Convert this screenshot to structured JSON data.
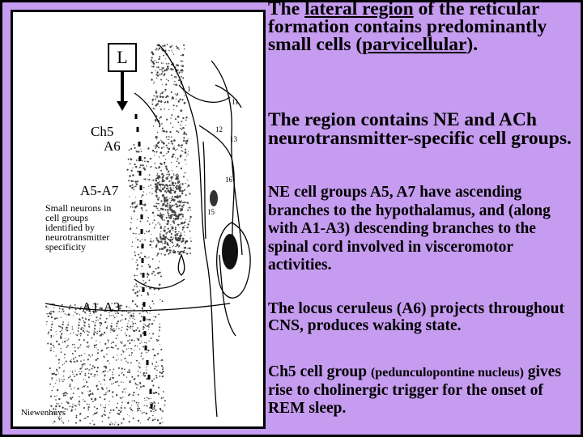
{
  "figure": {
    "labels": {
      "L": "L",
      "ch5": "Ch5",
      "a6": "A6",
      "a5a7": "A5-A7",
      "small_neurons": [
        "Small neurons in",
        "cell groups",
        "identified by",
        "neurotransmitter",
        "specificity"
      ],
      "a1a3": "A1-A3",
      "credit": "Niewenhuys",
      "numbers": [
        "1",
        "11",
        "12",
        "13",
        "15",
        "16"
      ]
    }
  },
  "text": {
    "p1": {
      "before": "The ",
      "lateral_region": "lateral region",
      "middle": " of the reticular formation contains predominantly small cells (",
      "parvicellular": "parvicellular",
      "after": ")."
    },
    "p2": "The region contains NE and ACh neurotransmitter-specific cell groups.",
    "p3": "NE cell groups A5, A7 have ascending branches to the hypothalamus, and (along with A1-A3) descending branches to the spinal cord involved in visceromotor activities.",
    "p4": "The locus ceruleus (A6) projects throughout CNS, produces waking state.",
    "p5": {
      "start": "Ch5 cell group ",
      "small": "(pedunculopontine nucleus)",
      "end": " gives rise to cholinergic trigger for the onset of REM sleep."
    }
  },
  "colors": {
    "background": "#c69cf0",
    "panel": "#ffffff",
    "ink": "#000000"
  }
}
